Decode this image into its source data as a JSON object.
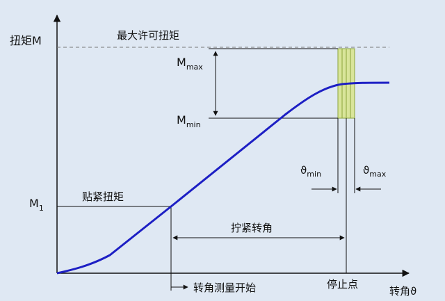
{
  "colors": {
    "background": "#dfe8f3",
    "curve": "#1d1fc4",
    "band_fill": "#d9e59a",
    "band_stroke": "#8aa23a",
    "line": "#111111",
    "dashed": "#777777"
  },
  "labels": {
    "y_axis_title": "扭矩M",
    "max_allowed": "最大许可扭矩",
    "m_max_base": "M",
    "m_max_sub": "max",
    "m_min_base": "M",
    "m_min_sub": "min",
    "m1_base": "M",
    "m1_sub": "1",
    "snug_torque": "贴紧扭矩",
    "tighten_angle": "拧紧转角",
    "angle_measure_start": "转角测量开始",
    "stop_point": "停止点",
    "x_axis_title": "转角ϑ",
    "theta_min_base": "ϑ",
    "theta_min_sub": "min",
    "theta_max_base": "ϑ",
    "theta_max_sub": "max"
  }
}
